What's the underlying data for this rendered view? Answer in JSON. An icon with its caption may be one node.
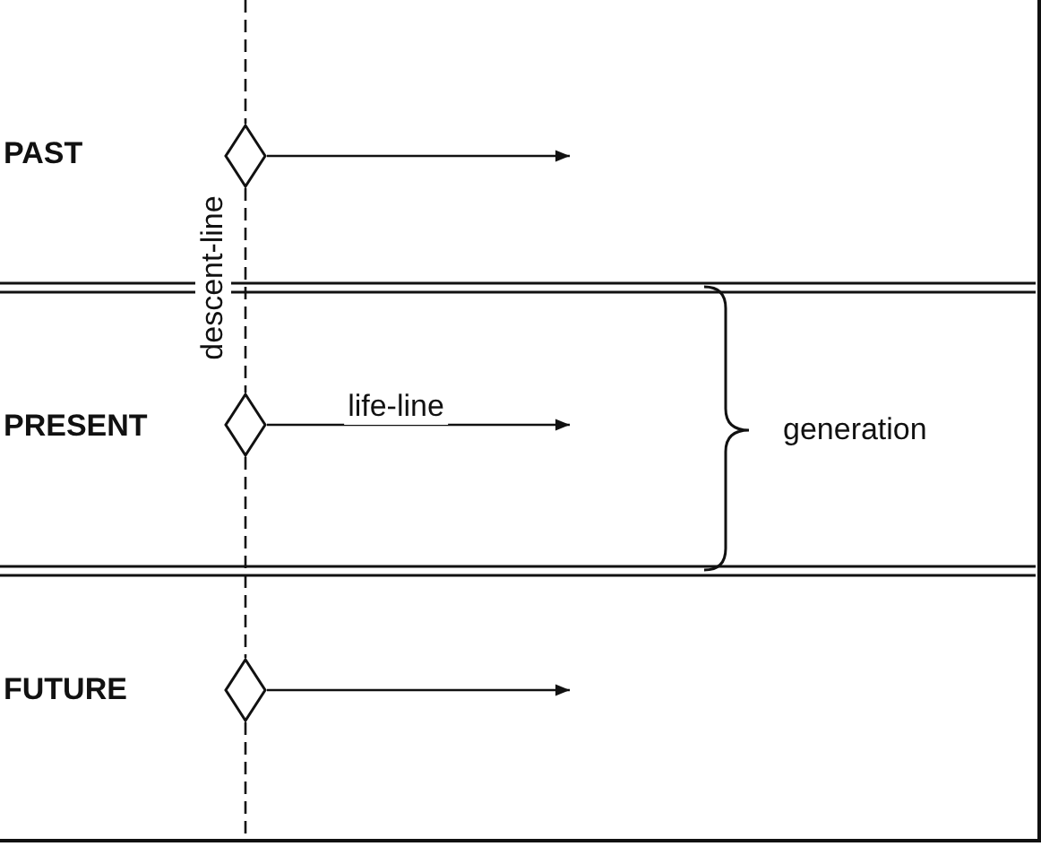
{
  "diagram": {
    "nodes": [
      {
        "text": [],
        "shape": "diamond"
      },
      {
        "text": [],
        "shape": "diamond"
      },
      {
        "text": [],
        "shape": "diamond"
      }
    ],
    "edges": [
      {
        "from": null,
        "to": 0,
        "arrow": "none",
        "style": "dashed"
      },
      {
        "from": 0,
        "to": 1,
        "arrow": "none",
        "style": "dashed",
        "label": "descent-line"
      },
      {
        "from": 1,
        "to": 2,
        "arrow": "none",
        "style": "dashed"
      },
      {
        "from": 2,
        "to": null,
        "arrow": "none",
        "style": "dashed"
      },
      {
        "from": 0,
        "to": null,
        "arrow": "to"
      },
      {
        "from": 1,
        "to": null,
        "arrow": "to",
        "label": "life-line"
      },
      {
        "from": 2,
        "to": null,
        "arrow": "to"
      }
    ],
    "labels": [
      "PAST",
      "PRESENT",
      "FUTURE",
      "generation"
    ]
  }
}
